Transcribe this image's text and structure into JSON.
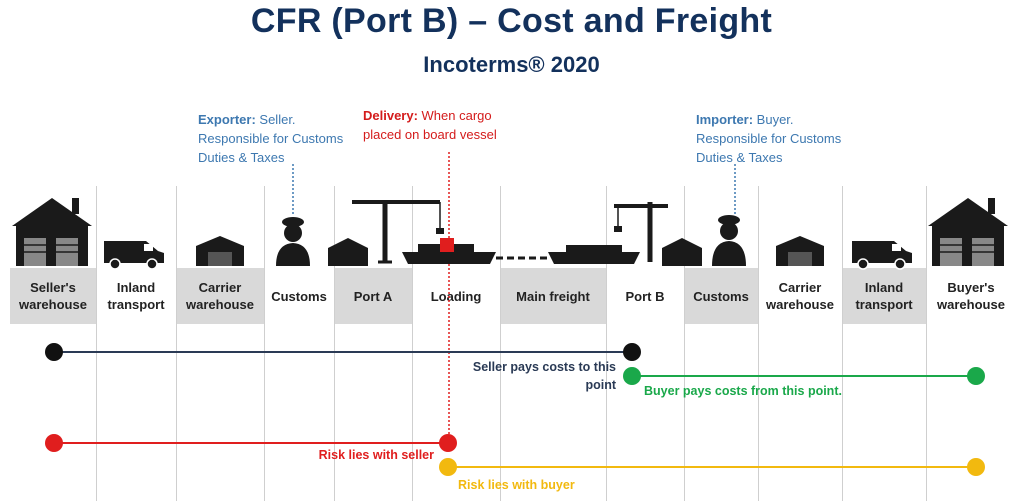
{
  "title": "CFR (Port B) – Cost and Freight",
  "subtitle": "Incoterms® 2020",
  "notes": {
    "exporter": {
      "head": "Exporter:",
      "text": " Seller. Responsible for Customs Duties & Taxes"
    },
    "delivery": {
      "head": "Delivery:",
      "text": " When cargo placed on board vessel"
    },
    "importer": {
      "head": "Importer:",
      "text": " Buyer. Responsible for Customs Duties & Taxes"
    }
  },
  "stages": [
    {
      "label": "Seller's warehouse",
      "icon": "house-icon"
    },
    {
      "label": "Inland transport",
      "icon": "van-icon"
    },
    {
      "label": "Carrier warehouse",
      "icon": "warehouse-icon"
    },
    {
      "label": "Customs",
      "icon": "customs-officer-icon"
    },
    {
      "label": "Port A",
      "icon": "warehouse-icon"
    },
    {
      "label": "Loading",
      "icon": "ship-icon"
    },
    {
      "label": "Main freight",
      "icon": "ship-icon"
    },
    {
      "label": "Port B",
      "icon": "crane-icon"
    },
    {
      "label": "Customs",
      "icon": "customs-officer-icon"
    },
    {
      "label": "Carrier warehouse",
      "icon": "warehouse-icon"
    },
    {
      "label": "Inland transport",
      "icon": "van-icon"
    },
    {
      "label": "Buyer's warehouse",
      "icon": "house-icon"
    }
  ],
  "lines": {
    "seller_costs": {
      "label": "Seller pays costs to this point",
      "color": "#2a3a55"
    },
    "buyer_costs": {
      "label": "Buyer pays costs from this point.",
      "color": "#1aa84a"
    },
    "seller_risk": {
      "label": "Risk lies with seller",
      "color": "#e01e1e"
    },
    "buyer_risk": {
      "label": "Risk lies with buyer",
      "color": "#f2b90f"
    }
  }
}
